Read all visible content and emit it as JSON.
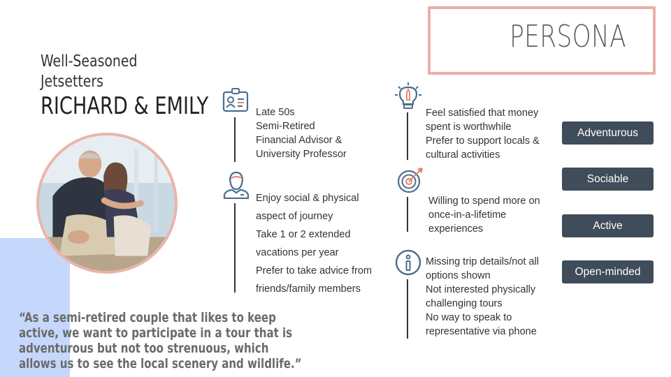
{
  "header": {
    "title": "PERSONA"
  },
  "persona": {
    "subtitle_lines": [
      "Well-Seasoned",
      "Jetsetters"
    ],
    "name": "RICHARD & EMILY",
    "quote": "“As a semi-retired couple that likes to keep active, we want to participate in a tour that is adventurous but not too strenuous, which allows us to see the local scenery and wildlife.”"
  },
  "profile": {
    "icon": "id-badge-icon",
    "lines": [
      "Late 50s",
      "Semi-Retired",
      "Financial Advisor &",
      "University Professor"
    ]
  },
  "behaviors": {
    "icon": "person-icon",
    "lines": [
      "Enjoy social & physical",
      "aspect of journey",
      "Take 1 or 2 extended",
      "vacations per year",
      "Prefer to take advice from",
      "friends/family members"
    ]
  },
  "values": {
    "icon": "lightbulb-pencil-icon",
    "lines": [
      "Feel satisfied that money",
      "spent is worthwhile",
      "Prefer to support locals &",
      "cultural activities"
    ]
  },
  "goals": {
    "icon": "target-icon",
    "lines": [
      "Willing to spend more on",
      "once-in-a-lifetime",
      "experiences"
    ]
  },
  "pain_points": {
    "icon": "info-icon",
    "lines": [
      "Missing trip details/not all",
      "options shown",
      "Not interested physically",
      "challenging tours",
      "No way to speak to",
      "representative via phone"
    ]
  },
  "traits": [
    "Adventurous",
    "Sociable",
    "Active",
    "Open-minded"
  ],
  "colors": {
    "accent_border": "#e8b0a8",
    "photo_ring": "#ecb3a9",
    "quote_bg": "#c5d8fb",
    "trait_bg": "#3f4c59",
    "icon_blue": "#4a6e8e",
    "icon_orange": "#e4836e"
  }
}
